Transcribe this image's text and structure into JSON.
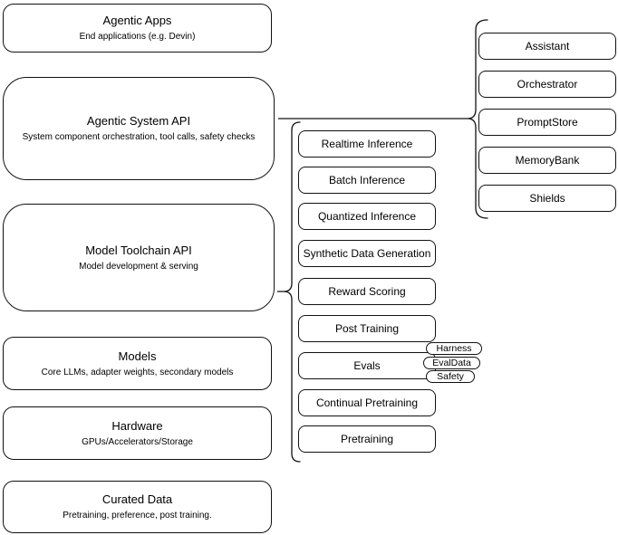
{
  "colors": {
    "background": "#ffffff",
    "stroke": "#111111",
    "text": "#000000"
  },
  "stack": [
    {
      "title": "Agentic Apps",
      "subtitle": "End applications (e.g. Devin)"
    },
    {
      "title": "Agentic System API",
      "subtitle": "System component orchestration, tool calls, safety checks"
    },
    {
      "title": "Model Toolchain API",
      "subtitle": "Model development & serving"
    },
    {
      "title": "Models",
      "subtitle": "Core LLMs, adapter weights, secondary models"
    },
    {
      "title": "Hardware",
      "subtitle": "GPUs/Accelerators/Storage"
    },
    {
      "title": "Curated Data",
      "subtitle": "Pretraining, preference, post training."
    }
  ],
  "toolchain_items": [
    "Realtime Inference",
    "Batch Inference",
    "Quantized Inference",
    "Synthetic Data Generation",
    "Reward Scoring",
    "Post Training",
    "Evals",
    "Continual Pretraining",
    "Pretraining"
  ],
  "evals_tags": [
    "Harness",
    "EvalData",
    "Safety"
  ],
  "system_components": [
    "Assistant",
    "Orchestrator",
    "PromptStore",
    "MemoryBank",
    "Shields"
  ]
}
